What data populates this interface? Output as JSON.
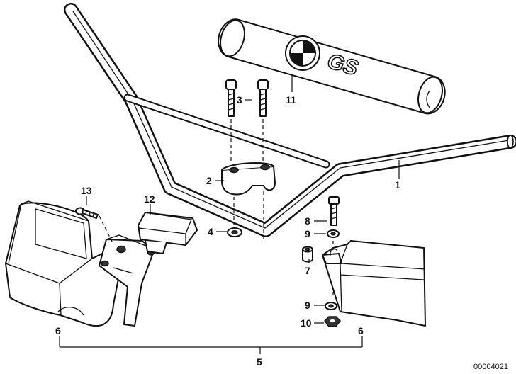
{
  "callouts": {
    "c1": "1",
    "c2": "2",
    "c3": "3",
    "c4": "4",
    "c5": "5",
    "c6a": "6",
    "c6b": "6",
    "c7": "7",
    "c8": "8",
    "c9a": "9",
    "c9b": "9",
    "c10": "10",
    "c11": "11",
    "c12": "12",
    "c13": "13"
  },
  "pad_logo_text": "GS",
  "reference_code": "00004021",
  "colors": {
    "line": "#111111",
    "background": "#ffffff",
    "shade": "#333333"
  }
}
